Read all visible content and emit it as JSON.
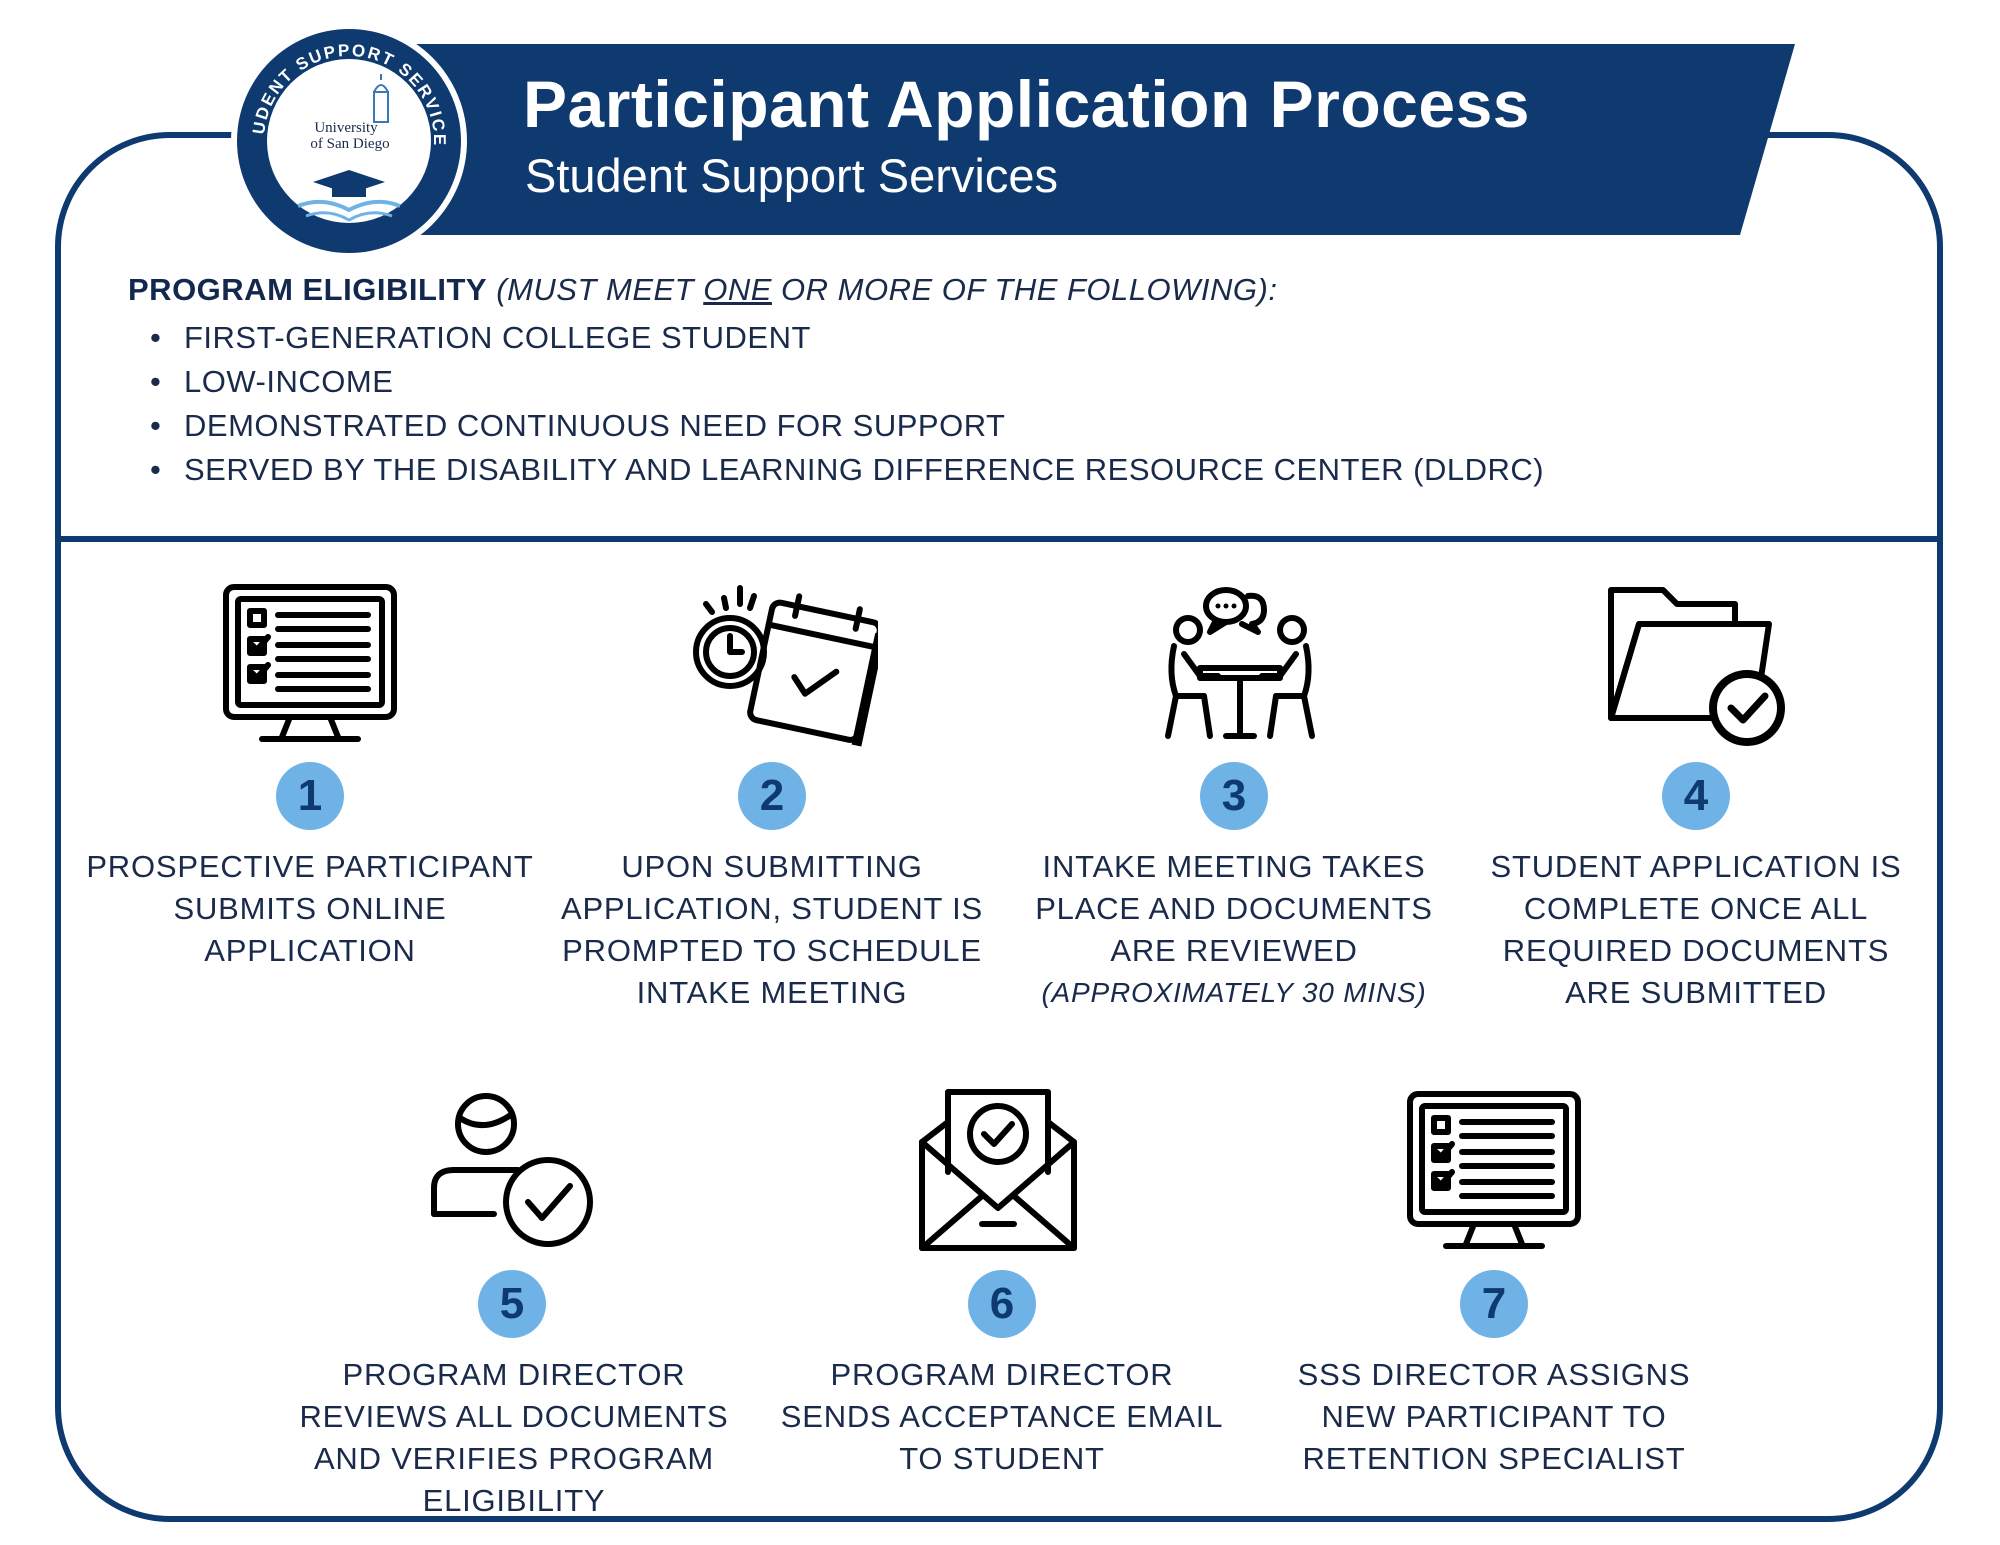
{
  "header": {
    "title": "Participant Application Process",
    "subtitle": "Student Support Services",
    "seal_ring_text": "STUDENT SUPPORT SERVICES",
    "seal_university": "University of San Diego"
  },
  "eligibility": {
    "heading": "PROGRAM ELIGIBILITY",
    "qualifier_pre": "(MUST MEET ",
    "qualifier_emph": "ONE",
    "qualifier_post": " OR MORE OF THE FOLLOWING):",
    "items": [
      "FIRST-GENERATION COLLEGE STUDENT",
      "LOW-INCOME",
      "DEMONSTRATED CONTINUOUS NEED FOR SUPPORT",
      "SERVED BY THE DISABILITY AND LEARNING DIFFERENCE RESOURCE CENTER (DLDRC)"
    ]
  },
  "steps": [
    {
      "number": "1",
      "icon": "monitor-checklist-icon",
      "text": "PROSPECTIVE PARTICIPANT SUBMITS ONLINE APPLICATION",
      "note": ""
    },
    {
      "number": "2",
      "icon": "calendar-clock-icon",
      "text": "UPON SUBMITTING APPLICATION, STUDENT IS PROMPTED TO SCHEDULE INTAKE MEETING",
      "note": ""
    },
    {
      "number": "3",
      "icon": "meeting-icon",
      "text": "INTAKE MEETING TAKES PLACE AND DOCUMENTS ARE REVIEWED",
      "note": "(APPROXIMATELY 30 MINS)"
    },
    {
      "number": "4",
      "icon": "folder-check-icon",
      "text": "STUDENT APPLICATION IS COMPLETE ONCE ALL REQUIRED DOCUMENTS ARE SUBMITTED",
      "note": ""
    },
    {
      "number": "5",
      "icon": "user-check-icon",
      "text": "PROGRAM DIRECTOR REVIEWS ALL DOCUMENTS AND VERIFIES PROGRAM ELIGIBILITY",
      "note": ""
    },
    {
      "number": "6",
      "icon": "envelope-check-icon",
      "text": "PROGRAM DIRECTOR SENDS ACCEPTANCE EMAIL TO STUDENT",
      "note": ""
    },
    {
      "number": "7",
      "icon": "monitor-checklist-icon",
      "text": "SSS DIRECTOR ASSIGNS NEW PARTICIPANT TO RETENTION SPECIALIST",
      "note": ""
    }
  ],
  "colors": {
    "navy": "#0e3a70",
    "badge": "#6fb3e6",
    "text": "#1a2a4a"
  }
}
